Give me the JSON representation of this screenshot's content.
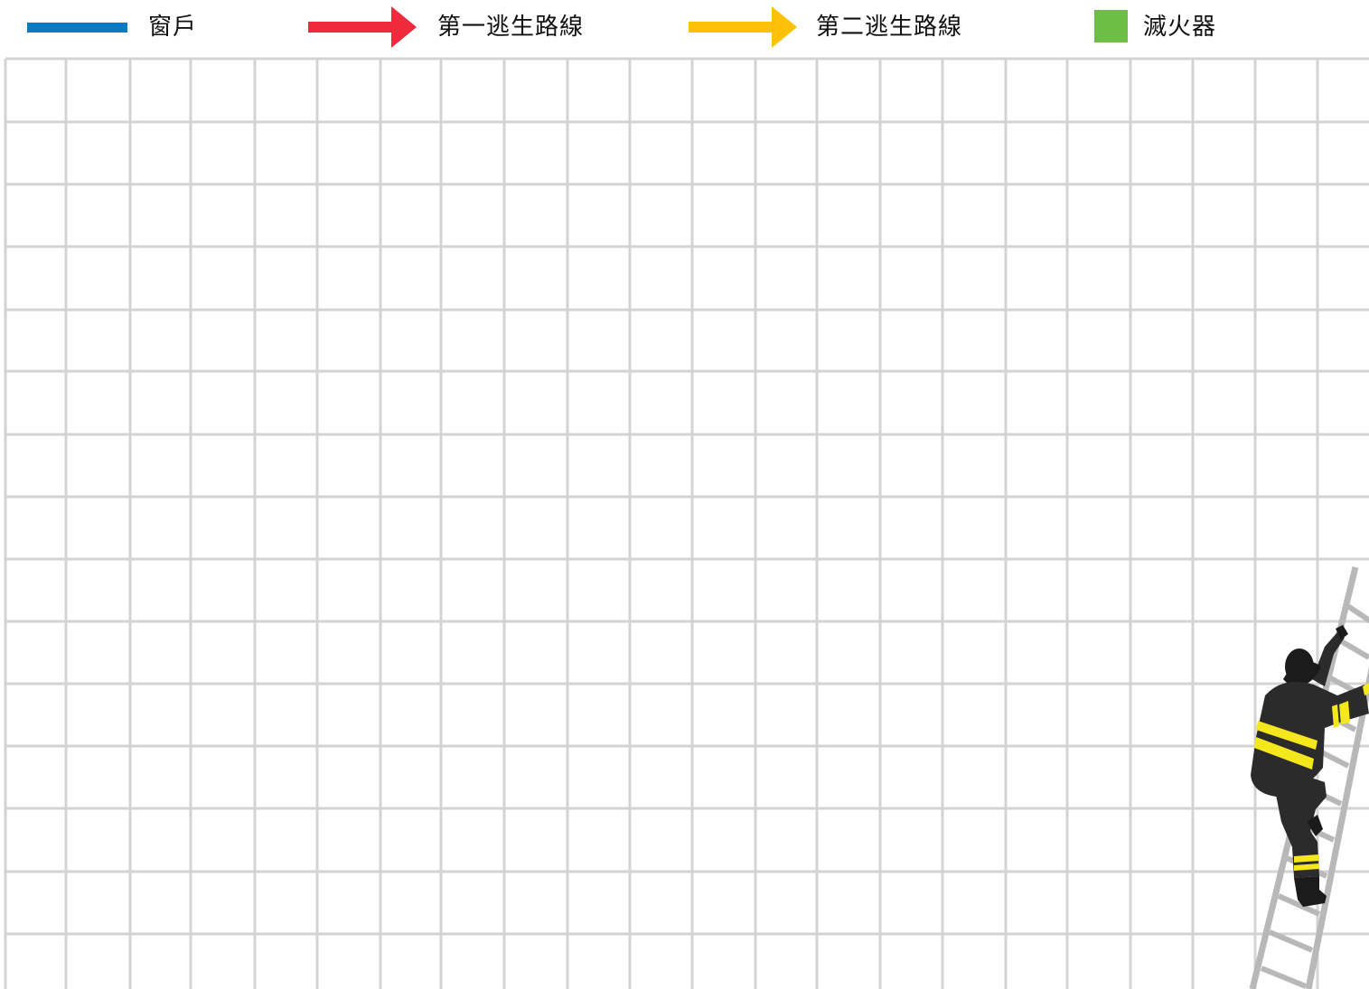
{
  "legend": {
    "window": {
      "label": "窗戶",
      "color": "#0A7BC2",
      "icon": "blue-line-swatch"
    },
    "primary_escape_route": {
      "label": "第一逃生路線",
      "color": "#EE2A3C",
      "icon": "red-arrow-icon"
    },
    "secondary_escape_route": {
      "label": "第二逃生路線",
      "color": "#FFC107",
      "icon": "yellow-arrow-icon"
    },
    "fire_extinguisher": {
      "label": "滅火器",
      "color": "#6CBE45",
      "icon": "green-square-swatch"
    }
  },
  "grid": {
    "line_color": "#D3D3D3",
    "background": "#FFFFFF"
  },
  "illustration": {
    "icon": "firefighter-climbing-ladder-icon",
    "suit_color": "#2B2B2B",
    "stripe_color": "#F4E81C",
    "ladder_color": "#B8B8B8"
  }
}
